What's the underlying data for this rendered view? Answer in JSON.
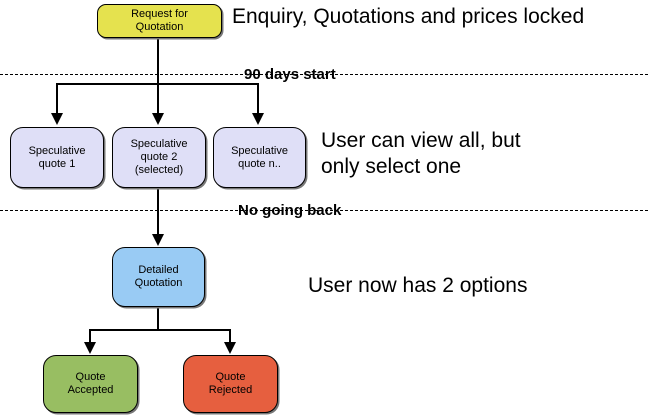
{
  "diagram": {
    "nodes": {
      "request_for_quotation": {
        "label": "Request for\nQuotation",
        "fill": "#E5E24E"
      },
      "speculative_quote_1": {
        "label": "Speculative\nquote 1",
        "fill": "#DFDFF7"
      },
      "speculative_quote_2": {
        "label": "Speculative\nquote 2\n(selected)",
        "fill": "#DFDFF7"
      },
      "speculative_quote_n": {
        "label": "Speculative\nquote n..",
        "fill": "#DFDFF7"
      },
      "detailed_quotation": {
        "label": "Detailed\nQuotation",
        "fill": "#99CBF4"
      },
      "quote_accepted": {
        "label": "Quote\nAccepted",
        "fill": "#98BE62"
      },
      "quote_rejected": {
        "label": "Quote\nRejected",
        "fill": "#E65F3F"
      }
    },
    "annotations": {
      "enquiry": "Enquiry, Quotations and prices locked",
      "ninety_days": "90 days start",
      "view_all": "User can view all, but\nonly select one",
      "no_going_back": "No going back",
      "two_options": "User now has 2 options"
    },
    "colors": {
      "line": "#000000",
      "background": "#FFFFFF",
      "accepted_green": "#98BE62",
      "rejected_red": "#E65F3F",
      "detail_blue": "#99CBF4",
      "speculative_lavender": "#DFDFF7",
      "request_yellow": "#E5E24E"
    }
  }
}
